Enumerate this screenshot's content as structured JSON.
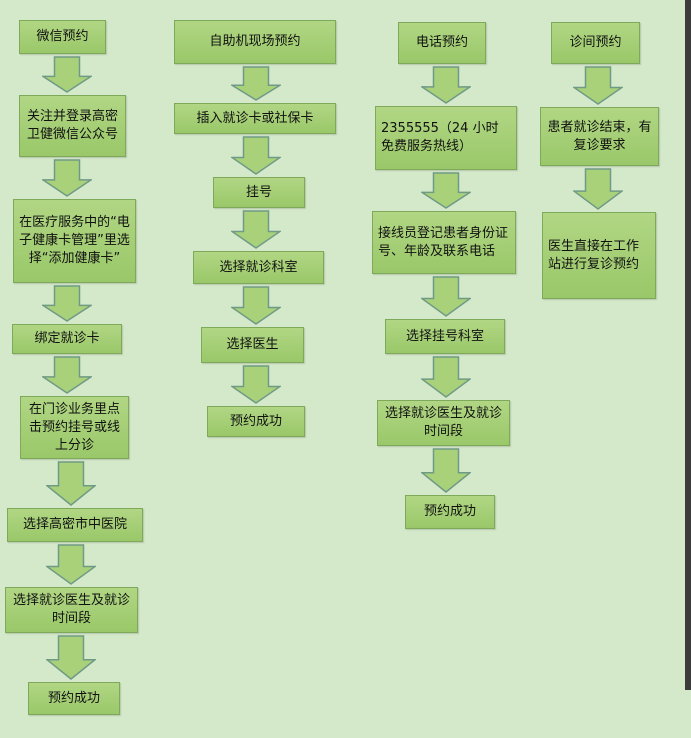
{
  "columns": [
    {
      "header": "微信预约",
      "steps": [
        "关注并登录高密卫健微信公众号",
        "在医疗服务中的“电子健康卡管理”里选择“添加健康卡”",
        "绑定就诊卡",
        "在门诊业务里点击预约挂号或线上分诊",
        "选择高密市中医院",
        "选择就诊医生及就诊时间段",
        "预约成功"
      ]
    },
    {
      "header": "自助机现场预约",
      "steps": [
        "插入就诊卡或社保卡",
        "挂号",
        "选择就诊科室",
        "选择医生",
        "预约成功"
      ]
    },
    {
      "header": "电话预约",
      "steps": [
        "2355555（24 小时免费服务热线）",
        "接线员登记患者身份证号、年龄及联系电话",
        "选择挂号科室",
        "选择就诊医生及就诊时间段",
        "预约成功"
      ]
    },
    {
      "header": "诊间预约",
      "steps": [
        "患者就诊结束，有复诊要求",
        "医生直接在工作站进行复诊预约"
      ]
    }
  ],
  "colors": {
    "background": "#d4e9c9",
    "box_fill": "#a5cf76",
    "arrow_fill": "#a9d17a",
    "arrow_stroke": "#6f9a86"
  }
}
